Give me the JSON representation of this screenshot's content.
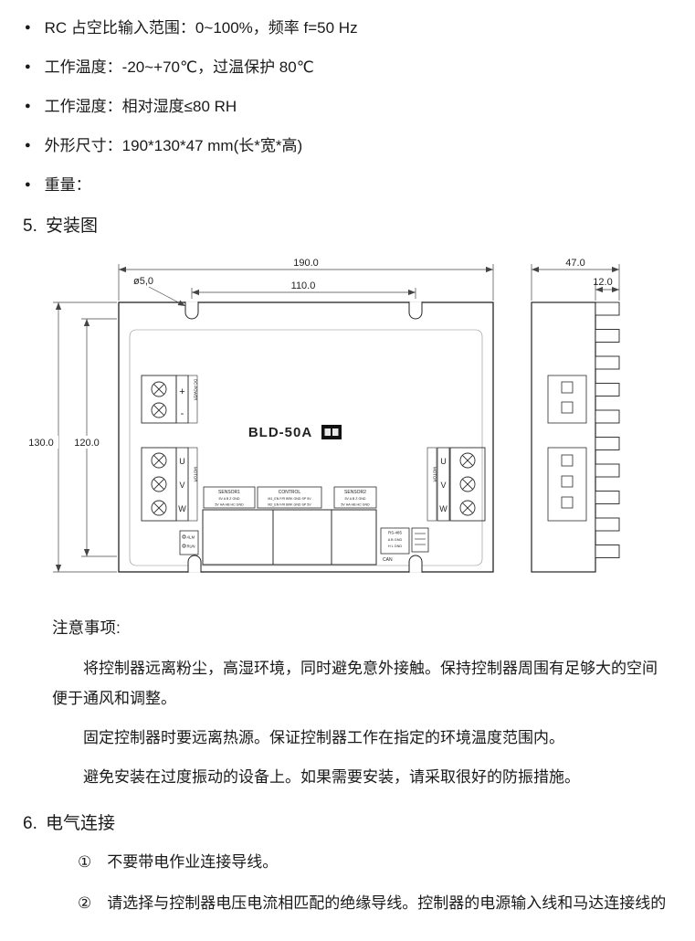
{
  "specs": {
    "bullet": "●",
    "items": [
      "RC 占空比输入范围：0~100%，频率 f=50 Hz",
      "工作温度：-20~+70℃，过温保护 80℃",
      "工作湿度：相对湿度≤80 RH",
      "外形尺寸：190*130*47 mm(长*宽*高)",
      "重量："
    ]
  },
  "section5": {
    "number": "5.",
    "title": "安装图"
  },
  "diagram": {
    "dims": {
      "width": "190.0",
      "hole_span": "110.0",
      "hole_dia": "ø5,0",
      "height": "130.0",
      "hole_height": "120.0",
      "depth": "47.0",
      "fin_depth": "12.0"
    },
    "model": "BLD-50A",
    "power": {
      "plus": "+",
      "minus": "-",
      "label": "DC-POWER"
    },
    "motor_left": {
      "label": "MOTOR",
      "u": "U",
      "v": "V",
      "w": "W"
    },
    "motor_right": {
      "label": "MOTOR",
      "u": "U",
      "v": "V",
      "w": "W"
    },
    "connectors": {
      "sensor1": {
        "title": "SENSOR1",
        "row1": "5V A B Z GND",
        "row2": "5V HA HB HC GND"
      },
      "control": {
        "title": "CONTROL",
        "row1": "M1_EN F/R BRK GND SP 5V",
        "row2": "M2_EN F/R BRK GND SP 5V"
      },
      "sensor2": {
        "title": "SENSOR2",
        "row1": "5V A B Z GND",
        "row2": "5V HA HB HC GND"
      },
      "rs485": {
        "title": "RS-485",
        "row1": "A B GND",
        "row2": "H L GND",
        "below": "CAN"
      },
      "status": {
        "row1": "ALM",
        "row2": "RUN"
      }
    }
  },
  "notes": {
    "title": "注意事项:",
    "p1": "将控制器远离粉尘，高湿环境，同时避免意外接触。保持控制器周围有足够大的空间便于通风和调整。",
    "p2": "固定控制器时要远离热源。保证控制器工作在指定的环境温度范围内。",
    "p3": "避免安装在过度振动的设备上。如果需要安装，请采取很好的防振措施。"
  },
  "section6": {
    "number": "6.",
    "title": "电气连接"
  },
  "electrical": {
    "items": [
      {
        "num": "①",
        "text": "不要带电作业连接导线。"
      },
      {
        "num": "②",
        "text": "请选择与控制器电压电流相匹配的绝缘导线。控制器的电源输入线和马达连接线的"
      }
    ]
  }
}
